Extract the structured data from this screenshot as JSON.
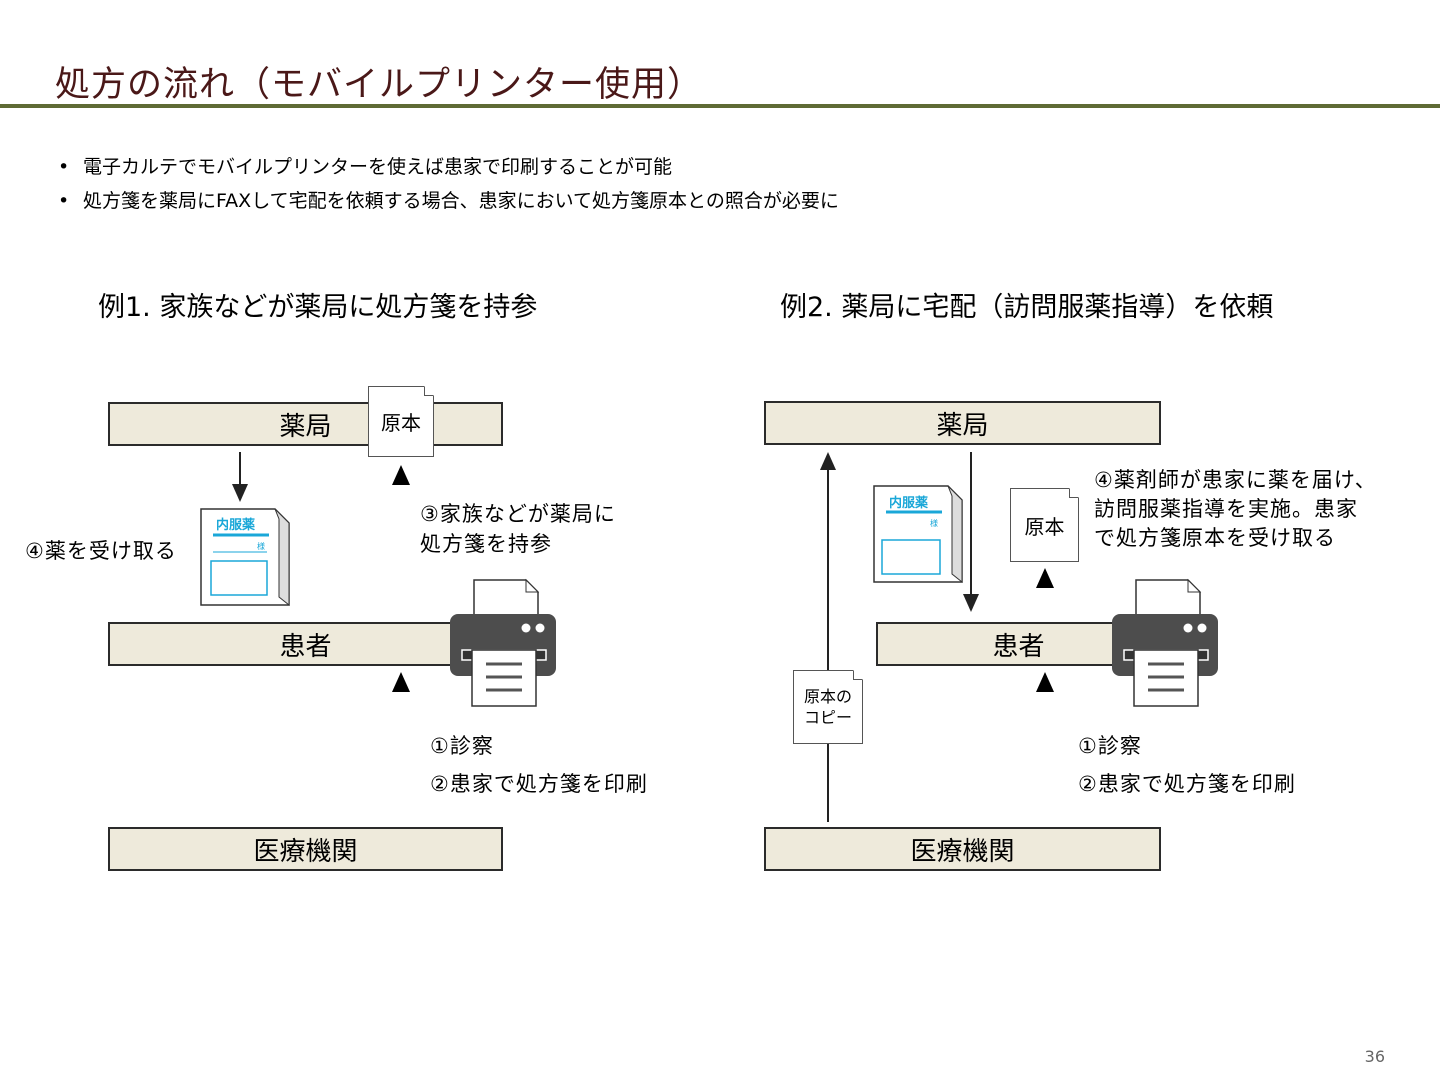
{
  "title": "処方の流れ（モバイルプリンター使用）",
  "bullets": [
    "電子カルテでモバイルプリンターを使えば患家で印刷することが可能",
    "処方箋を薬局にFAXして宅配を依頼する場合、患家において処方箋原本との照合が必要に"
  ],
  "example1": {
    "title": "例1. 家族などが薬局に処方箋を持参",
    "pharmacy": "薬局",
    "patient": "患者",
    "clinic": "医療機関",
    "original_doc": "原本",
    "step3": [
      "③家族などが薬局に",
      "処方箋を持参"
    ],
    "step4": "④薬を受け取る",
    "step1": "①診察",
    "step2": "②患家で処方箋を印刷",
    "bag_label": "内服薬",
    "bag_sama": "様"
  },
  "example2": {
    "title": "例2.  薬局に宅配（訪問服薬指導）を依頼",
    "pharmacy": "薬局",
    "patient": "患者",
    "clinic": "医療機関",
    "original_doc": "原本",
    "copy_doc": [
      "原本の",
      "コピー"
    ],
    "step4": [
      "④薬剤師が患家に薬を届け、",
      "訪問服薬指導を実施。患家",
      "で処方箋原本を受け取る"
    ],
    "step1": "①診察",
    "step2": "②患家で処方箋を印刷",
    "bag_label": "内服薬",
    "bag_sama": "様"
  },
  "page_number": "36",
  "colors": {
    "title": "#4a1818",
    "rule": "#5f6b35",
    "bar_fill": "#eeeadb",
    "printer": "#4d4d4d",
    "bag_accent": "#1aa7d8"
  }
}
